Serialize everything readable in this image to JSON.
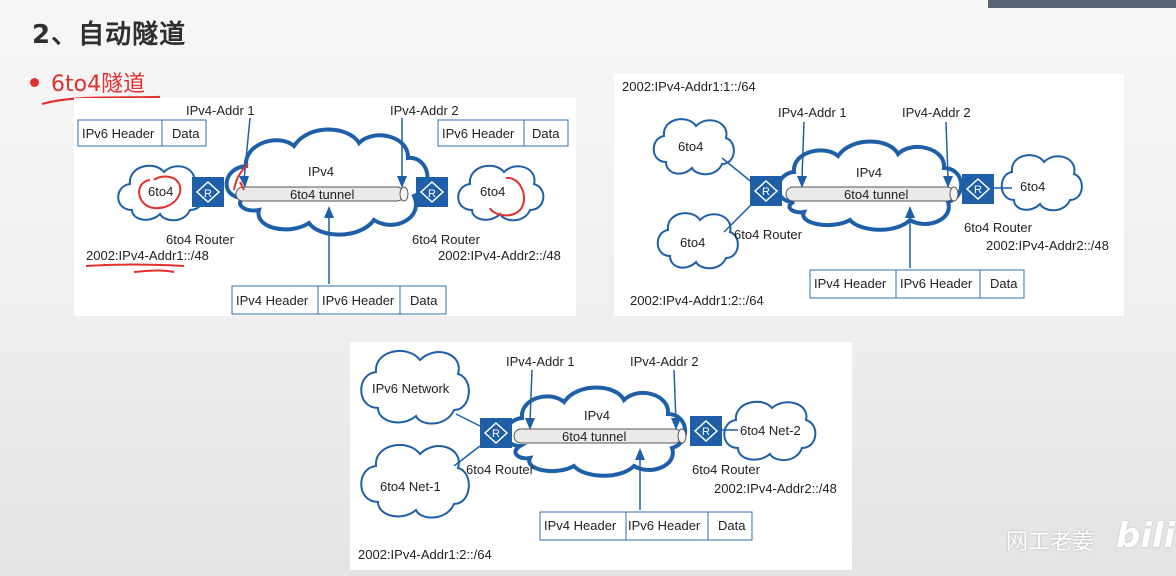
{
  "slide": {
    "heading": "2、自动隧道",
    "bullet": "6to4隧道"
  },
  "colors": {
    "accent": "#e0312d",
    "cloud": "#1f5fa8",
    "router": "#1f5fa8",
    "box_border": "#2f6fb0"
  },
  "panel1": {
    "ipv4_addr1": "IPv4-Addr 1",
    "ipv4_addr2": "IPv4-Addr 2",
    "left_header": "IPv6 Header",
    "left_data": "Data",
    "right_header": "IPv6 Header",
    "right_data": "Data",
    "ipv4_label": "IPv4",
    "tunnel_label": "6to4 tunnel",
    "left_site": "6to4",
    "right_site": "6to4",
    "left_router": "6to4 Router",
    "right_router": "6to4 Router",
    "left_prefix": "2002:IPv4-Addr1::/48",
    "right_prefix": "2002:IPv4-Addr2::/48",
    "bottom_ipv4_header": "IPv4 Header",
    "bottom_ipv6_header": "IPv6 Header",
    "bottom_data": "Data",
    "router_symbol": "R"
  },
  "panel2": {
    "top_prefix": "2002:IPv4-Addr1:1::/64",
    "ipv4_addr1": "IPv4-Addr 1",
    "ipv4_addr2": "IPv4-Addr 2",
    "ipv4_label": "IPv4",
    "tunnel_label": "6to4 tunnel",
    "left_site_top": "6to4",
    "left_site_bottom": "6to4",
    "right_site": "6to4",
    "left_router": "6to4 Router",
    "right_router": "6to4 Router",
    "right_prefix": "2002:IPv4-Addr2::/48",
    "bottom_prefix": "2002:IPv4-Addr1:2::/64",
    "bottom_ipv4_header": "IPv4 Header",
    "bottom_ipv6_header": "IPv6 Header",
    "bottom_data": "Data",
    "router_symbol": "R"
  },
  "panel3": {
    "ipv4_addr1": "IPv4-Addr 1",
    "ipv4_addr2": "IPv4-Addr 2",
    "ipv4_label": "IPv4",
    "tunnel_label": "6to4 tunnel",
    "ipv6_network": "IPv6 Network",
    "net1": "6to4 Net-1",
    "net2": "6to4 Net-2",
    "left_router": "6to4 Router",
    "right_router": "6to4 Router",
    "right_prefix": "2002:IPv4-Addr2::/48",
    "bottom_prefix": "2002:IPv4-Addr1:2::/64",
    "bottom_ipv4_header": "IPv4 Header",
    "bottom_ipv6_header": "IPv6 Header",
    "bottom_data": "Data",
    "router_symbol": "R"
  },
  "watermark": {
    "author": "网工老姜",
    "site": "bilib"
  }
}
